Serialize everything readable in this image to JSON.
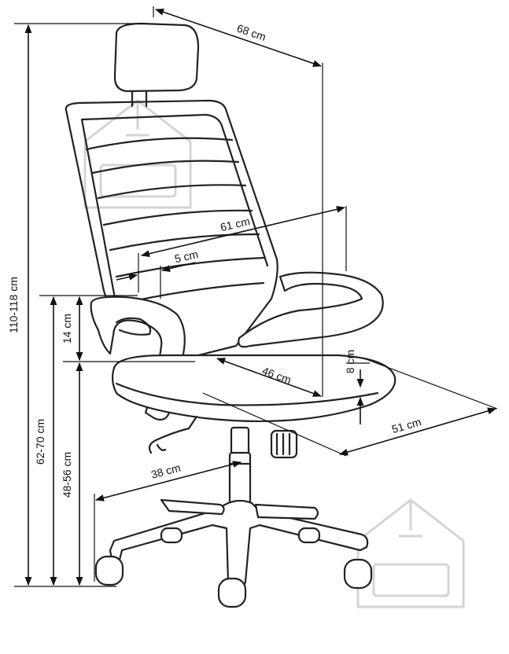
{
  "dimensions": {
    "total_height": "110-118 cm",
    "overall_depth": "68 cm",
    "backrest_width": "61 cm",
    "armrest_thickness": "5 cm",
    "armrest_height": "14 cm",
    "seat_depth": "46 cm",
    "seat_thickness": "8 cm",
    "seat_width": "51 cm",
    "armrest_floor_height": "62-70 cm",
    "seat_floor_height": "48-56 cm",
    "base_radius": "38 cm"
  },
  "colors": {
    "line": "#111111",
    "watermark": "#d4d4d4"
  }
}
